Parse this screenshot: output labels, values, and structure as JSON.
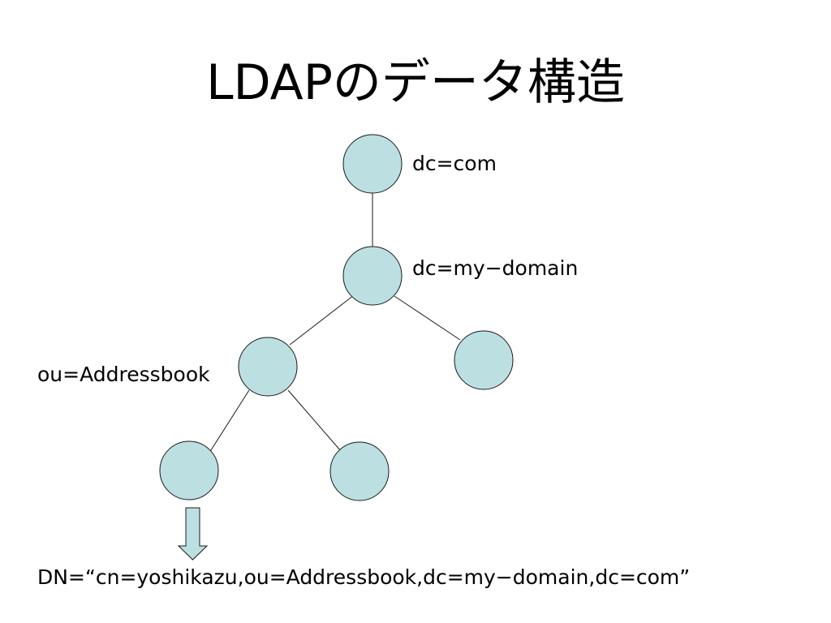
{
  "title": "LDAPのデータ構造",
  "tree": {
    "root": {
      "label": "dc=com"
    },
    "domain": {
      "label": "dc=my−domain"
    },
    "ou": {
      "label": "ou=Addressbook"
    }
  },
  "dn": "DN=“cn=yoshikazu,ou=Addressbook,dc=my−domain,dc=com”",
  "colors": {
    "node_fill": "#bcdfe2",
    "node_stroke": "#1a1a1a",
    "edge": "#1a1a1a",
    "arrow_fill": "#bcdfe2"
  }
}
